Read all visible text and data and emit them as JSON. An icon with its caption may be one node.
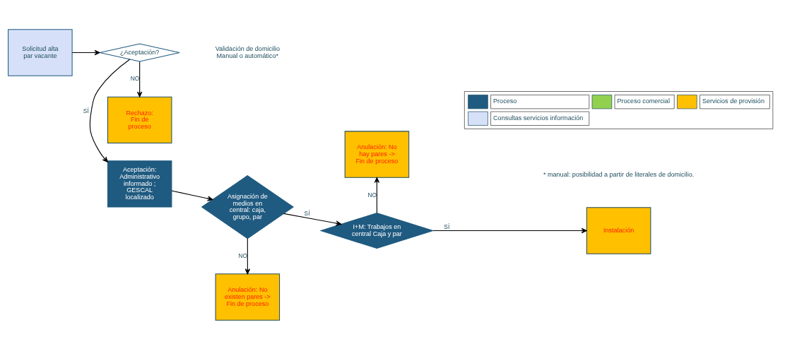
{
  "diagram": {
    "nodes": [
      {
        "text": [
          "Solicitud alta par vacante"
        ]
      },
      {
        "text": [
          "¿Aceptación?"
        ]
      },
      {
        "text": [
          "Aceptación: Administrativo informado ; GESCAL localizado"
        ]
      },
      {
        "text": [
          "Asignación de medios en central: caja, grupo, par"
        ]
      },
      {
        "text": [
          "I+M: Trabajos en central Caja y par"
        ]
      },
      {
        "text": [
          "Instalación"
        ]
      },
      {
        "text": [
          "Anulación: No existen pares -> Fin de proceso"
        ]
      },
      {
        "text": [
          "Anulación: No hay pares -> Fin de proceso"
        ]
      },
      {
        "text": [
          "Rechazo: Fin de proceso"
        ]
      }
    ],
    "edges": [
      {
        "from": 0,
        "to": 1,
        "arrow": "to"
      },
      {
        "from": 1,
        "to": 2,
        "arrow": "to",
        "label": "SÍ"
      },
      {
        "from": 1,
        "to": 8,
        "arrow": "to",
        "label": "NO"
      },
      {
        "from": 2,
        "to": 3,
        "arrow": "to"
      },
      {
        "from": 3,
        "to": 4,
        "arrow": "to",
        "label": "SÍ"
      },
      {
        "from": 3,
        "to": 6,
        "arrow": "to",
        "label": "NO"
      },
      {
        "from": 4,
        "to": 5,
        "arrow": "to",
        "label": "SÍ"
      },
      {
        "from": 4,
        "to": 7,
        "arrow": "to",
        "label": "NO"
      }
    ],
    "labels": [
      "Validación de domicilio Manual o automático*",
      "* manual: posibilidad a partir de literales de domicilio."
    ],
    "legend": [
      {
        "text": "Proceso",
        "color": "#1f5a80"
      },
      {
        "text": "Proceso comercial",
        "color": "#92d050"
      },
      {
        "text": "Servicios de provisión",
        "color": "#ffc000"
      },
      {
        "text": "Consultas servicios información",
        "color": "#d6e0f8"
      }
    ]
  }
}
